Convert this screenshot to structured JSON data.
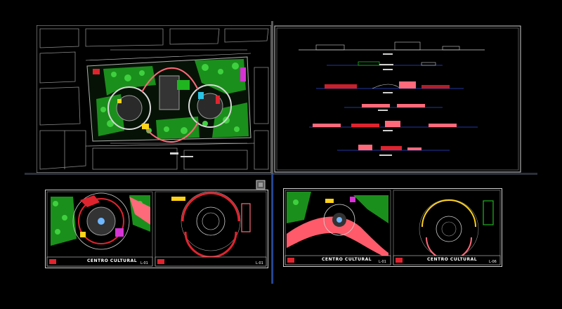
{
  "app": {
    "name": "CAD model space viewer",
    "background": "#000000"
  },
  "colors": {
    "frame": "#d0d0d0",
    "divider_blue": "#2b4a8a",
    "divider_gray": "#3a3a3a",
    "green": "#1fb51f",
    "red": "#e0242e",
    "pink": "#ff6a7a",
    "yellow": "#ffd21a",
    "magenta": "#d633d6",
    "cyan": "#29c5e6",
    "blue": "#2a4bd8",
    "white": "#ffffff",
    "gray": "#8a8a8a"
  },
  "sheets": {
    "site_plan": {
      "name": "site-plan-sheet"
    },
    "elevations": {
      "name": "elevations-sheet"
    },
    "plan_1": {
      "title": "CENTRO CULTURAL",
      "sheet_no": "L-01"
    },
    "plan_2": {
      "title": "CENTRO CULTURAL",
      "sheet_no": "L-01"
    },
    "plan_3": {
      "title": "CENTRO CULTURAL",
      "sheet_no": "L-01"
    },
    "plan_4": {
      "title": "CENTRO CULTURAL",
      "sheet_no": "L-06"
    }
  },
  "icons": {
    "viewcube": "viewcube-icon"
  }
}
